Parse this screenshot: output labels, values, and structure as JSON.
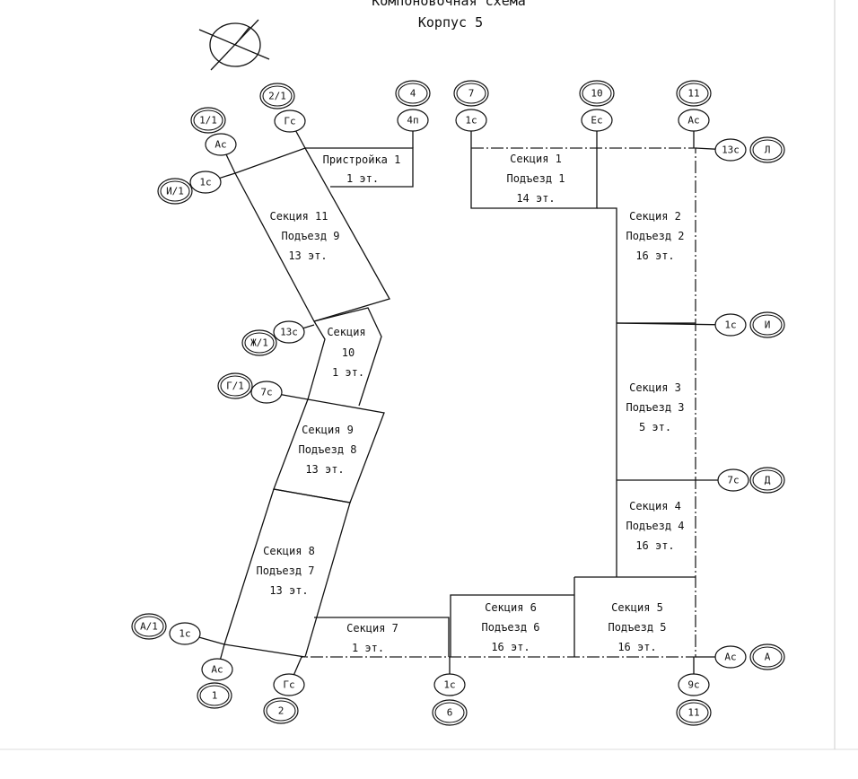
{
  "title": "Компоновочная схема",
  "subtitle": "Корпус 5",
  "sections": {
    "annex": [
      "Пристройка 1",
      "1 эт."
    ],
    "s1": [
      "Секция 1",
      "Подъезд 1",
      "14 эт."
    ],
    "s2": [
      "Секция 2",
      "Подъезд 2",
      "16 эт."
    ],
    "s3": [
      "Секция 3",
      "Подъезд 3",
      "5 эт."
    ],
    "s4": [
      "Секция 4",
      "Подъезд 4",
      "16 эт."
    ],
    "s5": [
      "Секция 5",
      "Подъезд 5",
      "16 эт."
    ],
    "s6": [
      "Секция 6",
      "Подъезд 6",
      "16 эт."
    ],
    "s7": [
      "Секция 7",
      "1 эт."
    ],
    "s8": [
      "Секция 8",
      "Подъезд 7",
      "13 эт."
    ],
    "s9": [
      "Секция 9",
      "Подъезд 8",
      "13 эт."
    ],
    "s10": [
      "Секция",
      "10",
      "1 эт."
    ],
    "s11": [
      "Секция 11",
      "Подъезд 9",
      "13 эт."
    ]
  },
  "axis_markers": [
    {
      "axis": "1/1",
      "sub": "Ас"
    },
    {
      "axis": "И/1",
      "sub": "1с"
    },
    {
      "axis": "2/1",
      "sub": "Гс"
    },
    {
      "axis": "4",
      "sub": "4п"
    },
    {
      "axis": "7",
      "sub": "1с"
    },
    {
      "axis": "10",
      "sub": "Ес"
    },
    {
      "axis": "11",
      "sub": "Ас"
    },
    {
      "axis": "Л",
      "sub": "13с"
    },
    {
      "axis": "И",
      "sub": "1с"
    },
    {
      "axis": "Д",
      "sub": "7с"
    },
    {
      "axis": "А",
      "sub": "Ас"
    },
    {
      "axis": "Ж/1",
      "sub": "13с"
    },
    {
      "axis": "Г/1",
      "sub": "7с"
    },
    {
      "axis": "А/1",
      "sub": "1с"
    },
    {
      "axis": "1",
      "sub": "Ас"
    },
    {
      "axis": "2",
      "sub": "Гс"
    },
    {
      "axis": "6",
      "sub": "1с"
    },
    {
      "axis": "11",
      "sub": "9с"
    }
  ]
}
